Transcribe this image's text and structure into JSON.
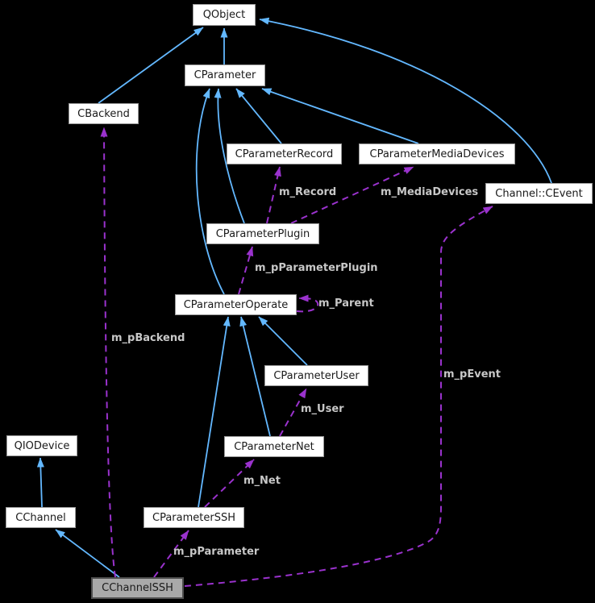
{
  "diagram": {
    "type": "collaboration-graph",
    "background": "#000000",
    "colors": {
      "inheritance_arrow": "#63b8ff",
      "usage_arrow": "#9a32cd",
      "edge_label_text": "#c8c8c8",
      "node_fill": "#ffffff",
      "node_border": "#9a9a9a",
      "node_text": "#1a1a1a",
      "highlight_fill": "#a9a9a9",
      "highlight_border": "#4f4f4f"
    },
    "nodes": {
      "qobject": {
        "label": "QObject"
      },
      "cparameter": {
        "label": "CParameter"
      },
      "cbackend": {
        "label": "CBackend"
      },
      "crecord": {
        "label": "CParameterRecord"
      },
      "cmediadevices": {
        "label": "CParameterMediaDevices"
      },
      "cevent": {
        "label": "Channel::CEvent"
      },
      "cplugin": {
        "label": "CParameterPlugin"
      },
      "coperate": {
        "label": "CParameterOperate"
      },
      "cuser": {
        "label": "CParameterUser"
      },
      "qiodevice": {
        "label": "QIODevice"
      },
      "cnet": {
        "label": "CParameterNet"
      },
      "cchannel": {
        "label": "CChannel"
      },
      "cssh": {
        "label": "CParameterSSH"
      },
      "cchannelssh": {
        "label": "CChannelSSH",
        "highlighted": true
      }
    },
    "edge_labels": {
      "m_record": "m_Record",
      "m_mediadevices": "m_MediaDevices",
      "m_pparameterplugin": "m_pParameterPlugin",
      "m_parent": "m_Parent",
      "m_pbackend": "m_pBackend",
      "m_pevent": "m_pEvent",
      "m_user": "m_User",
      "m_net": "m_Net",
      "m_pparameter": "m_pParameter"
    },
    "edges": [
      {
        "from": "CParameter",
        "to": "QObject",
        "type": "inheritance"
      },
      {
        "from": "CBackend",
        "to": "QObject",
        "type": "inheritance"
      },
      {
        "from": "Channel::CEvent",
        "to": "QObject",
        "type": "inheritance"
      },
      {
        "from": "CParameterRecord",
        "to": "CParameter",
        "type": "inheritance"
      },
      {
        "from": "CParameterMediaDevices",
        "to": "CParameter",
        "type": "inheritance"
      },
      {
        "from": "CParameterPlugin",
        "to": "CParameter",
        "type": "inheritance"
      },
      {
        "from": "CParameterOperate",
        "to": "CParameter",
        "type": "inheritance"
      },
      {
        "from": "CParameterUser",
        "to": "CParameterOperate",
        "type": "inheritance"
      },
      {
        "from": "CParameterNet",
        "to": "CParameterOperate",
        "type": "inheritance"
      },
      {
        "from": "CParameterSSH",
        "to": "CParameterOperate",
        "type": "inheritance"
      },
      {
        "from": "CChannel",
        "to": "QIODevice",
        "type": "inheritance"
      },
      {
        "from": "CChannelSSH",
        "to": "CChannel",
        "type": "inheritance"
      },
      {
        "from": "CParameterPlugin",
        "to": "CParameterRecord",
        "type": "usage",
        "label": "m_Record"
      },
      {
        "from": "CParameterPlugin",
        "to": "CParameterMediaDevices",
        "type": "usage",
        "label": "m_MediaDevices"
      },
      {
        "from": "CParameterOperate",
        "to": "CParameterPlugin",
        "type": "usage",
        "label": "m_pParameterPlugin"
      },
      {
        "from": "CParameterOperate",
        "to": "CParameterOperate",
        "type": "usage",
        "label": "m_Parent"
      },
      {
        "from": "CChannelSSH",
        "to": "CBackend",
        "type": "usage",
        "label": "m_pBackend"
      },
      {
        "from": "CChannelSSH",
        "to": "Channel::CEvent",
        "type": "usage",
        "label": "m_pEvent"
      },
      {
        "from": "CParameterNet",
        "to": "CParameterUser",
        "type": "usage",
        "label": "m_User"
      },
      {
        "from": "CParameterSSH",
        "to": "CParameterNet",
        "type": "usage",
        "label": "m_Net"
      },
      {
        "from": "CChannelSSH",
        "to": "CParameterSSH",
        "type": "usage",
        "label": "m_pParameter"
      }
    ]
  }
}
